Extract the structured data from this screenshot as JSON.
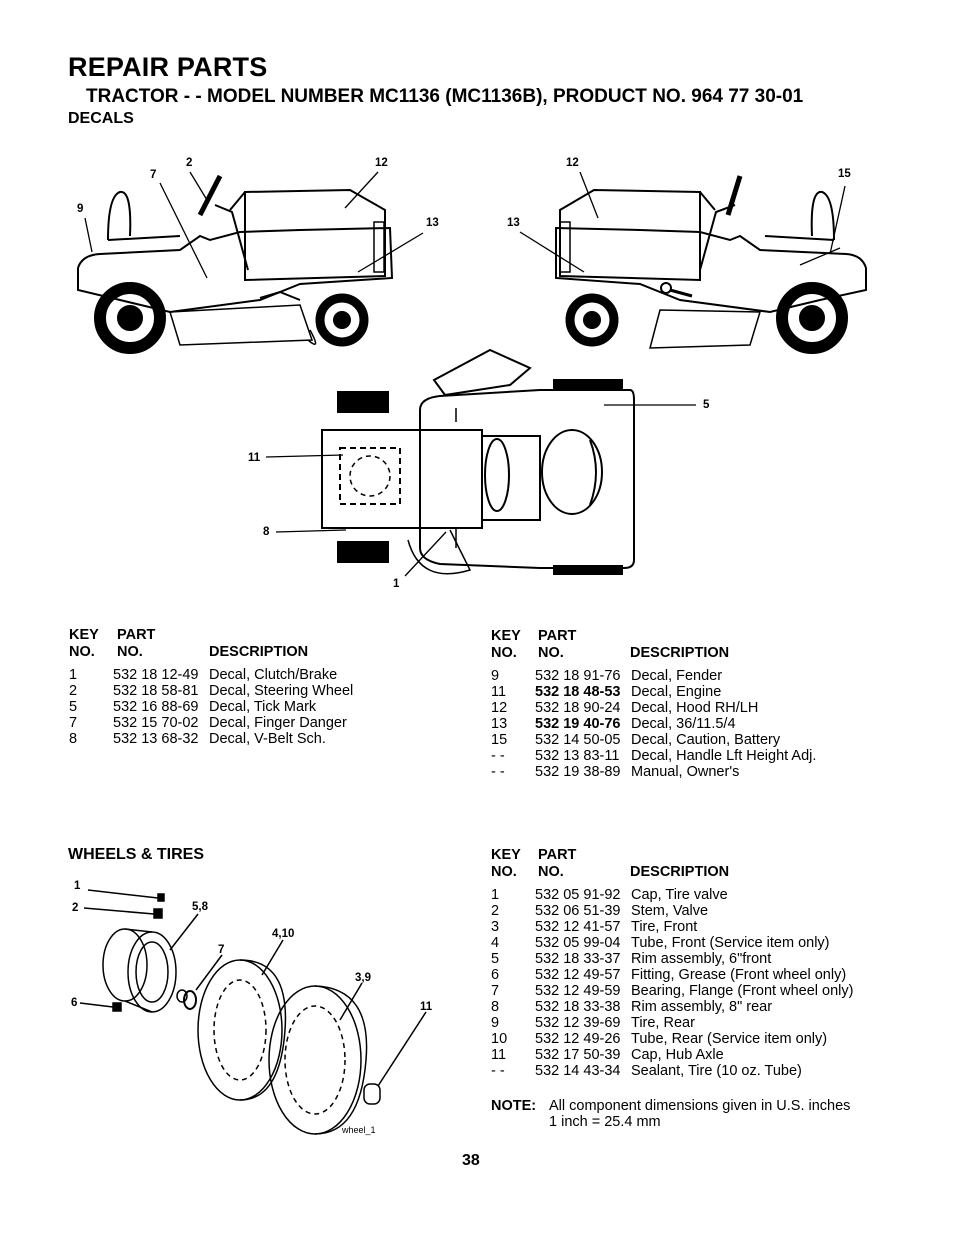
{
  "header": {
    "title": "REPAIR PARTS",
    "subtitle": "TRACTOR - - MODEL NUMBER MC1136 (MC1136B), PRODUCT NO. 964 77 30-01",
    "section": "DECALS"
  },
  "decal_callouts": {
    "c2": "2",
    "c7": "7",
    "c9": "9",
    "c12a": "12",
    "c13a": "13",
    "c12b": "12",
    "c13b": "13",
    "c15": "15",
    "c5": "5",
    "c11": "11",
    "c8": "8",
    "c1": "1"
  },
  "decals_left": {
    "hdr_key": "KEY",
    "hdr_no": "NO.",
    "hdr_part": "PART",
    "hdr_partno": "NO.",
    "hdr_desc": "DESCRIPTION",
    "rows": [
      {
        "key": "1",
        "part": "532 18 12-49",
        "desc": "Decal, Clutch/Brake"
      },
      {
        "key": "2",
        "part": "532 18 58-81",
        "desc": "Decal, Steering Wheel"
      },
      {
        "key": "5",
        "part": "532 16 88-69",
        "desc": "Decal, Tick Mark"
      },
      {
        "key": "7",
        "part": "532 15 70-02",
        "desc": "Decal, Finger Danger"
      },
      {
        "key": "8",
        "part": "532 13 68-32",
        "desc": "Decal, V-Belt Sch."
      }
    ]
  },
  "decals_right": {
    "hdr_key": "KEY",
    "hdr_no": "NO.",
    "hdr_part": "PART",
    "hdr_partno": "NO.",
    "hdr_desc": "DESCRIPTION",
    "rows": [
      {
        "key": "9",
        "part": "532 18 91-76",
        "desc": "Decal, Fender"
      },
      {
        "key": "11",
        "part": "532 18 48-53",
        "desc": "Decal, Engine"
      },
      {
        "key": "12",
        "part": "532 18 90-24",
        "desc": "Decal, Hood RH/LH"
      },
      {
        "key": "13",
        "part": "532 19 40-76",
        "desc": "Decal, 36/11.5/4"
      },
      {
        "key": "15",
        "part": "532 14 50-05",
        "desc": "Decal, Caution, Battery"
      },
      {
        "key": "- -",
        "part": "532 13 83-11",
        "desc": "Decal, Handle Lft Height Adj."
      },
      {
        "key": "- -",
        "part": "532 19 38-89",
        "desc": "Manual, Owner's"
      }
    ]
  },
  "wheels": {
    "title": "WHEELS & TIRES",
    "callouts": {
      "c1": "1",
      "c2": "2",
      "c58": "5,8",
      "c410": "4,10",
      "c7": "7",
      "c6": "6",
      "c39": "3,9",
      "c11": "11"
    },
    "image_label": "wheel_1",
    "hdr_key": "KEY",
    "hdr_no": "NO.",
    "hdr_part": "PART",
    "hdr_partno": "NO.",
    "hdr_desc": "DESCRIPTION",
    "rows": [
      {
        "key": "1",
        "part": "532 05 91-92",
        "desc": "Cap, Tire valve"
      },
      {
        "key": "2",
        "part": "532 06 51-39",
        "desc": "Stem, Valve"
      },
      {
        "key": "3",
        "part": "532 12 41-57",
        "desc": "Tire, Front"
      },
      {
        "key": "4",
        "part": "532 05 99-04",
        "desc": "Tube, Front (Service item only)"
      },
      {
        "key": "5",
        "part": "532 18 33-37",
        "desc": "Rim assembly, 6\"front"
      },
      {
        "key": "6",
        "part": "532 12 49-57",
        "desc": "Fitting, Grease (Front wheel only)"
      },
      {
        "key": "7",
        "part": "532 12 49-59",
        "desc": "Bearing, Flange (Front wheel only)"
      },
      {
        "key": "8",
        "part": "532 18 33-38",
        "desc": "Rim assembly, 8\" rear"
      },
      {
        "key": "9",
        "part": "532 12 39-69",
        "desc": "Tire, Rear"
      },
      {
        "key": "10",
        "part": "532 12 49-26",
        "desc": "Tube, Rear (Service item only)"
      },
      {
        "key": "11",
        "part": "532 17 50-39",
        "desc": "Cap, Hub Axle"
      },
      {
        "key": "- -",
        "part": "532 14 43-34",
        "desc": "Sealant, Tire (10 oz. Tube)"
      }
    ],
    "note_label": "NOTE:",
    "note_line1": "All component dimensions given in U.S. inches",
    "note_line2": "1 inch = 25.4 mm"
  },
  "page_number": "38"
}
